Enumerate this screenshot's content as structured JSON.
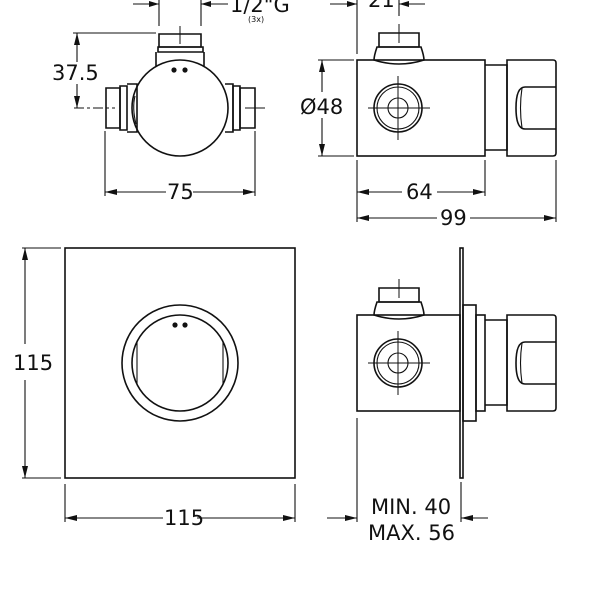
{
  "drawing": {
    "title": "Thermostatic valve dimensional drawing",
    "units": "mm",
    "colors": {
      "line": "#111111",
      "background": "#ffffff"
    }
  },
  "views": {
    "front_body": {
      "dims": {
        "thread": "1/2\"G",
        "thread_count": "(3x)",
        "height_offset": "37.5",
        "width": "75"
      }
    },
    "side_body": {
      "dims": {
        "inlet_spacing": "21",
        "diameter": "Ø48",
        "body_length": "64",
        "overall_length": "99"
      }
    },
    "front_plate": {
      "dims": {
        "height": "115",
        "width": "115"
      }
    },
    "side_installed": {
      "dims": {
        "min_depth": "MIN. 40",
        "max_depth": "MAX. 56"
      }
    }
  }
}
